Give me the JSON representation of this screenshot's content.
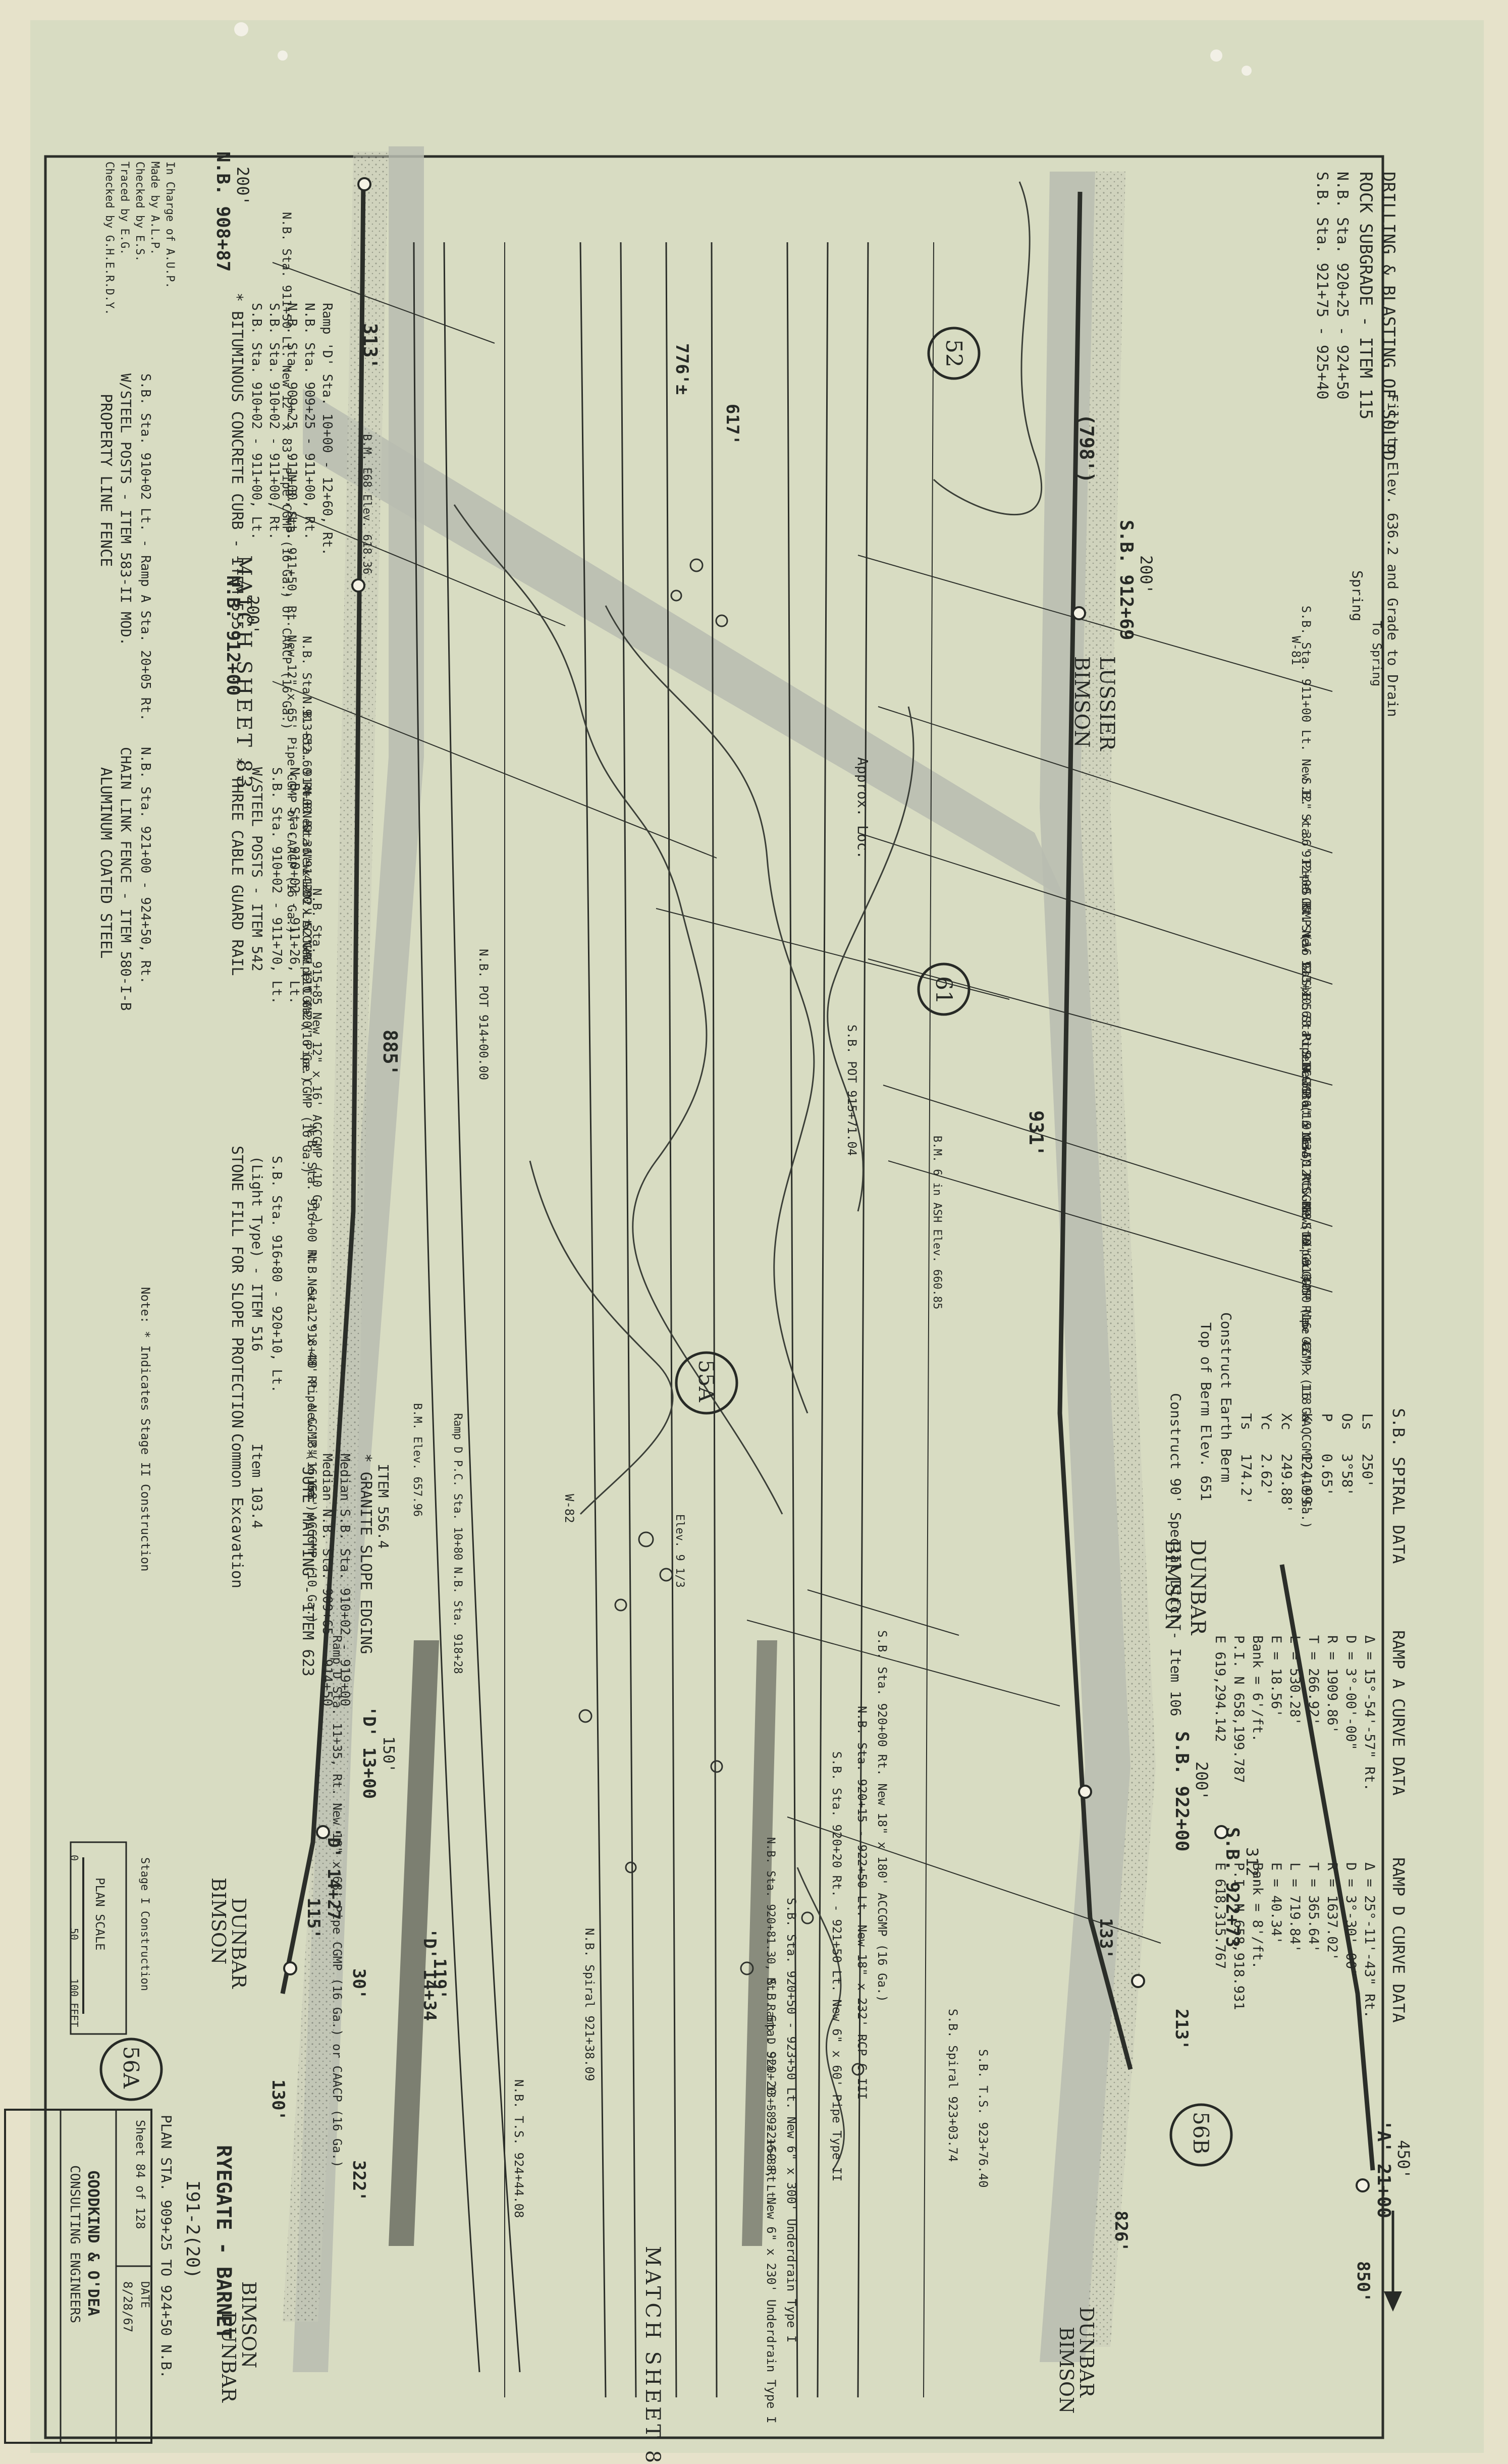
{
  "sheet": {
    "project": "RYEGATE - BARNET",
    "project_no": "I91-2(20)",
    "plan_range": "PLAN  STA. 909+25 TO 924+50  N.B.",
    "engineer": [
      "GOODKIND & O'DEA",
      "CONSULTING ENGINEERS"
    ],
    "date_label": "DATE",
    "date": "8/28/67",
    "sheet_no": "Sheet 84 of 128",
    "match_top": "MATCH  SHEET  83",
    "match_bottom": "MATCH  SHEET  85"
  },
  "credits": {
    "in_charge": "In Charge of   A.U.P.",
    "made_by": "Made by   A.L.P.",
    "checked_by": "Checked by   E.S.",
    "traced_by": "Traced by   E.G.",
    "checked_by_2": "Checked by   G.H.E.R.D.Y."
  },
  "notes_top": {
    "title1": "DRILLING & BLASTING OF SOLID",
    "title2": "ROCK SUBGRADE - ITEM 115",
    "lines": [
      "N.B. Sta. 920+25 - 924+50",
      "S.B. Sta. 921+75 - 925+40"
    ]
  },
  "legend_left": {
    "curb": [
      "* BITUMINOUS CONCRETE CURB - ITEM 555",
      "S.B. Sta. 910+02 - 911+00, Lt.",
      "S.B. Sta. 910+02 - 911+00, Rt.",
      "N.B. Sta. 909+25 - 911+00, Lt.",
      "N.B. Sta. 909+25 - 911+00, Rt.",
      "Ramp 'D' Sta. 10+00 - 12+60, Rt."
    ],
    "fence": [
      "PROPERTY LINE FENCE",
      "W/STEEL POSTS - ITEM 583-II MOD.",
      "S.B. Sta. 910+02 Lt. - Ramp A Sta. 20+05 Rt."
    ],
    "guard": [
      "* THREE CABLE GUARD RAIL",
      "W/STEEL POSTS - ITEM 542",
      "S.B. Sta. 910+02 - 911+70, Lt.",
      "N.B. Sta. 910+02 - 911+26, Lt."
    ],
    "chain": [
      "ALUMINUM COATED STEEL",
      "CHAIN LINK FENCE - ITEM 580-I-B",
      "N.B. Sta. 921+00 - 924+50, Rt."
    ],
    "stone": [
      "STONE FILL FOR SLOPE PROTECTION",
      "(Light Type) - ITEM 516",
      "S.B. Sta. 916+80 - 920+10, Lt."
    ],
    "jute": [
      "* JUTE MATTING - ITEM 623",
      "Median N.B. Sta. 909+65 - 914+50",
      "Median S.B. Sta. 910+02 - 919+00"
    ],
    "granite": [
      "* GRANITE SLOPE EDGING",
      "ITEM 556.4"
    ],
    "common": [
      "Common Excavation",
      "Item 103.4"
    ],
    "note": "Note: * Indicates Stage II Construction"
  },
  "spiral_data": {
    "title": "S.B. SPIRAL DATA",
    "labels": [
      "Ls",
      "Os",
      "P",
      "K",
      "Xc",
      "Yc",
      "Ts"
    ],
    "values": [
      "250'",
      "3°58'",
      "0.65'",
      "124.99'",
      "249.88'",
      "2.62'",
      "174.2'"
    ]
  },
  "curve_A": {
    "title": "RAMP A CURVE DATA",
    "lines": [
      "Δ = 15°-54'-57\" Rt.",
      "D = 3°-00'-00\"",
      "R = 1909.86'",
      "T = 266.92'",
      "L = 530.28'",
      "E = 18.56'",
      "Bank = 6'/ft.",
      "P.I. N 658,199.787",
      "E 619,294.142"
    ]
  },
  "curve_D": {
    "title": "RAMP D CURVE DATA",
    "lines": [
      "Δ = 25°-11'-43\" Rt.",
      "D = 3°-30'-00\"",
      "R = 1637.02'",
      "T = 365.64'",
      "L = 719.84'",
      "E = 40.34'",
      "Bank = 8'/ft.",
      "P.I. N 658,918.931",
      "E 618,315.767"
    ]
  },
  "stations": {
    "nb_start": "N.B. 908+87",
    "nb_start_w": "200'",
    "nb_912": "N.B. 912+00",
    "nb_912_w": "200'",
    "sb_912": "S.B. 912+69",
    "sb_912_w": "200'",
    "sb_922": "S.B. 922+00",
    "sb_922_w": "200'",
    "sb_922_73": "S.B. 922+73",
    "sb_922_73_w": "312'",
    "ramp_a": "'A' 21+00",
    "ramp_a_w": "450'",
    "d_13": "'D' 13+00",
    "d_13_w": "150'",
    "d_14_27": "'D' 14+27",
    "d_14_34": "'D' 14+34",
    "w_313": "313'",
    "w_885": "885'",
    "w_931": "931'",
    "w_798": "(798')",
    "w_617": "617'",
    "w_776": "776'±",
    "w_133": "133'",
    "w_213": "213'",
    "w_826": "826'",
    "w_850": "850'",
    "w_322": "322'",
    "w_119": "119'",
    "w_115": "115'",
    "w_30": "30'",
    "w_130": "130'"
  },
  "owners": {
    "lussier": "LUSSIER",
    "bimson1": "BIMSON",
    "dunbar1": "DUNBAR",
    "bimson2": "BIMSON",
    "bimson3": "BIMSON",
    "dunbar3": "DUNBAR",
    "bimson4": "BIMSON",
    "dunbar4": "DUNBAR",
    "dunbar5": "DUNBAR",
    "bimson5": "BIMSON"
  },
  "parcels": [
    "52",
    "61",
    "55A",
    "56A",
    "56B"
  ],
  "pipes": [
    "N.B. Sta. 911+50 Lt. New 12\" x 83' Pipe CGMP (16 Ga.) or CAACP (16 Ga.)",
    "N.B. Sta. 911+50, Rt. New 12\" x 65' Pipe CGMP or CAACP (16 Ga.)",
    "N.B. Sta. 913+52.60 Rt. New 36\" x 202' ACCGMP (10 Ga.)",
    "N.B. Sta. 914+00 Rt. New 12\" x 52' Pipe CGMP (16 Ga.)",
    "N.B. Sta. 914+00 Lt. New 12\" x 20' Pipe CGMP (16 Ga.)",
    "N.B. Sta. 915+85 New 12\" x 16' ACCGMP (10 Ga.)",
    "N.B. Sta. 916+00 Rt. New 12\" x 48' Pipe CGMP (16 Ga.)",
    "N.B. Sta. 918+40 Rt. New 18\" x 168' ACCGMP (10 Ga.)",
    "S.B. Sta. 911+00 Lt. New 12\" x 36' Pipe CGMP (16 Ga.)",
    "S.B. Sta. 912+00 Rt. New 12\" x 56' Pipe CGMP (16 Ga.)",
    "S.B. Sta. 913+10.78 Rt. New 36\" x 134' ACCGMP (10 Ga.)",
    "S.B. Sta. 914+50 Lt. New 12\" x 38' Pipe CGMP (16 Ga.)",
    "S.B. Sta. 916+50 Rt. New 12\" x 40' Pipe CGMP (16 Ga.)",
    "S.B. Sta. 916+50 New 42\" x 118' ACCGMP (10 Ga.)",
    "S.B. Sta. 920+00 Rt. New 18\" x 180' ACCGMP (16 Ga.)",
    "N.B. Sta. 920+15 - 922+50 Lt. New 18\" x 232' RCP C.III",
    "S.B. Sta. 920+20 Rt. - 921+50 Lt. New 6\" x 60' Pipe Type II",
    "S.B. Sta. 920+50 - 923+50 Lt. New 6\" x 300' Underdrain Type I",
    "S.B. Sta. 920+20 - 922+50 Rt. New 6\" x 230' Underdrain Type I",
    "Ramp D Sta. 11+35, Rt. New 18\" x 68' Pipe CGMP (16 Ga.) or CAACP (16 Ga.)"
  ],
  "misc": {
    "earth_berm": "Construct Earth Berm",
    "berm_elev": "Top of Berm Elev. 651",
    "ditch": "Construct 90' Special Ditch - Item 106",
    "fill": "Fill to Elev. 636.2 and Grade to Drain",
    "spring": "Spring",
    "to_spring": "To Spring",
    "approx_loc": "Approx. Loc.",
    "bm1": "B.M. 6 in ASH Elev. 660.85",
    "bm2": "B.M. E68 Elev. 618.36",
    "bm3": "B.M. Elev. 657.96",
    "sb_pot": "S.B. POT 915+71.04",
    "nb_pot": "N.B. POT 914+00.00",
    "ramp_d_pc": "Ramp D P.C. Sta. 10+80 N.B. Sta. 918+28",
    "sb_ts": "S.B. T.S. 923+76.40",
    "nb_ts": "N.B. T.S. 924+44.08",
    "nb_spiral": "N.B. Spiral 921+38.09",
    "sb_spiral": "S.B. Spiral 923+03.74",
    "ramp_pc": "N.B. Sta. 920+81.30, Rt. Ramp D Sta. 13+58 = 16+88, Lt.",
    "scale_label": "PLAN  SCALE",
    "scale_0": "0",
    "scale_50": "50",
    "scale_100": "100 FEET",
    "stage": "Stage I Construction",
    "w81": "W-81",
    "w82": "W-82",
    "elev_a": "Elev. 9 1/3"
  },
  "colors": {
    "paper": "#d8dcc2",
    "ink": "#272a26",
    "band": "#b9bcb0"
  }
}
